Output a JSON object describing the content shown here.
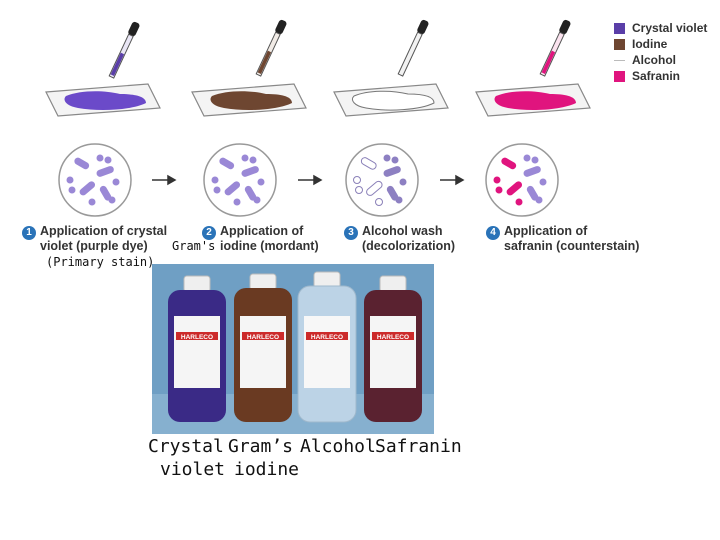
{
  "legend": [
    {
      "label": "Crystal violet",
      "color": "#5a3ea8"
    },
    {
      "label": "Iodine",
      "color": "#6e4631"
    },
    {
      "label": "Alcohol",
      "color": "#bbbbbb"
    },
    {
      "label": "Safranin",
      "color": "#e0147e"
    }
  ],
  "steps": [
    {
      "num": "1",
      "line1": "Application of crystal",
      "line2": "violet (purple dye)"
    },
    {
      "num": "2",
      "line1": "Application of",
      "line2": "iodine (mordant)"
    },
    {
      "num": "3",
      "line1": "Alcohol wash",
      "line2": "(decolorization)"
    },
    {
      "num": "4",
      "line1": "Application of",
      "line2": "safranin (counterstain)"
    }
  ],
  "annotations": {
    "primary_stain": "(Primary stain)",
    "grams": "Gram's"
  },
  "bottles": {
    "brand": "HARLECO",
    "labels": [
      "Crystal",
      "Gram’s",
      "Alcohol",
      "Safranin"
    ],
    "labels_line2": [
      "violet",
      "iodine"
    ],
    "colors": [
      "#3a2a86",
      "#6a3a22",
      "#bcd3e6",
      "#5a2230"
    ]
  }
}
